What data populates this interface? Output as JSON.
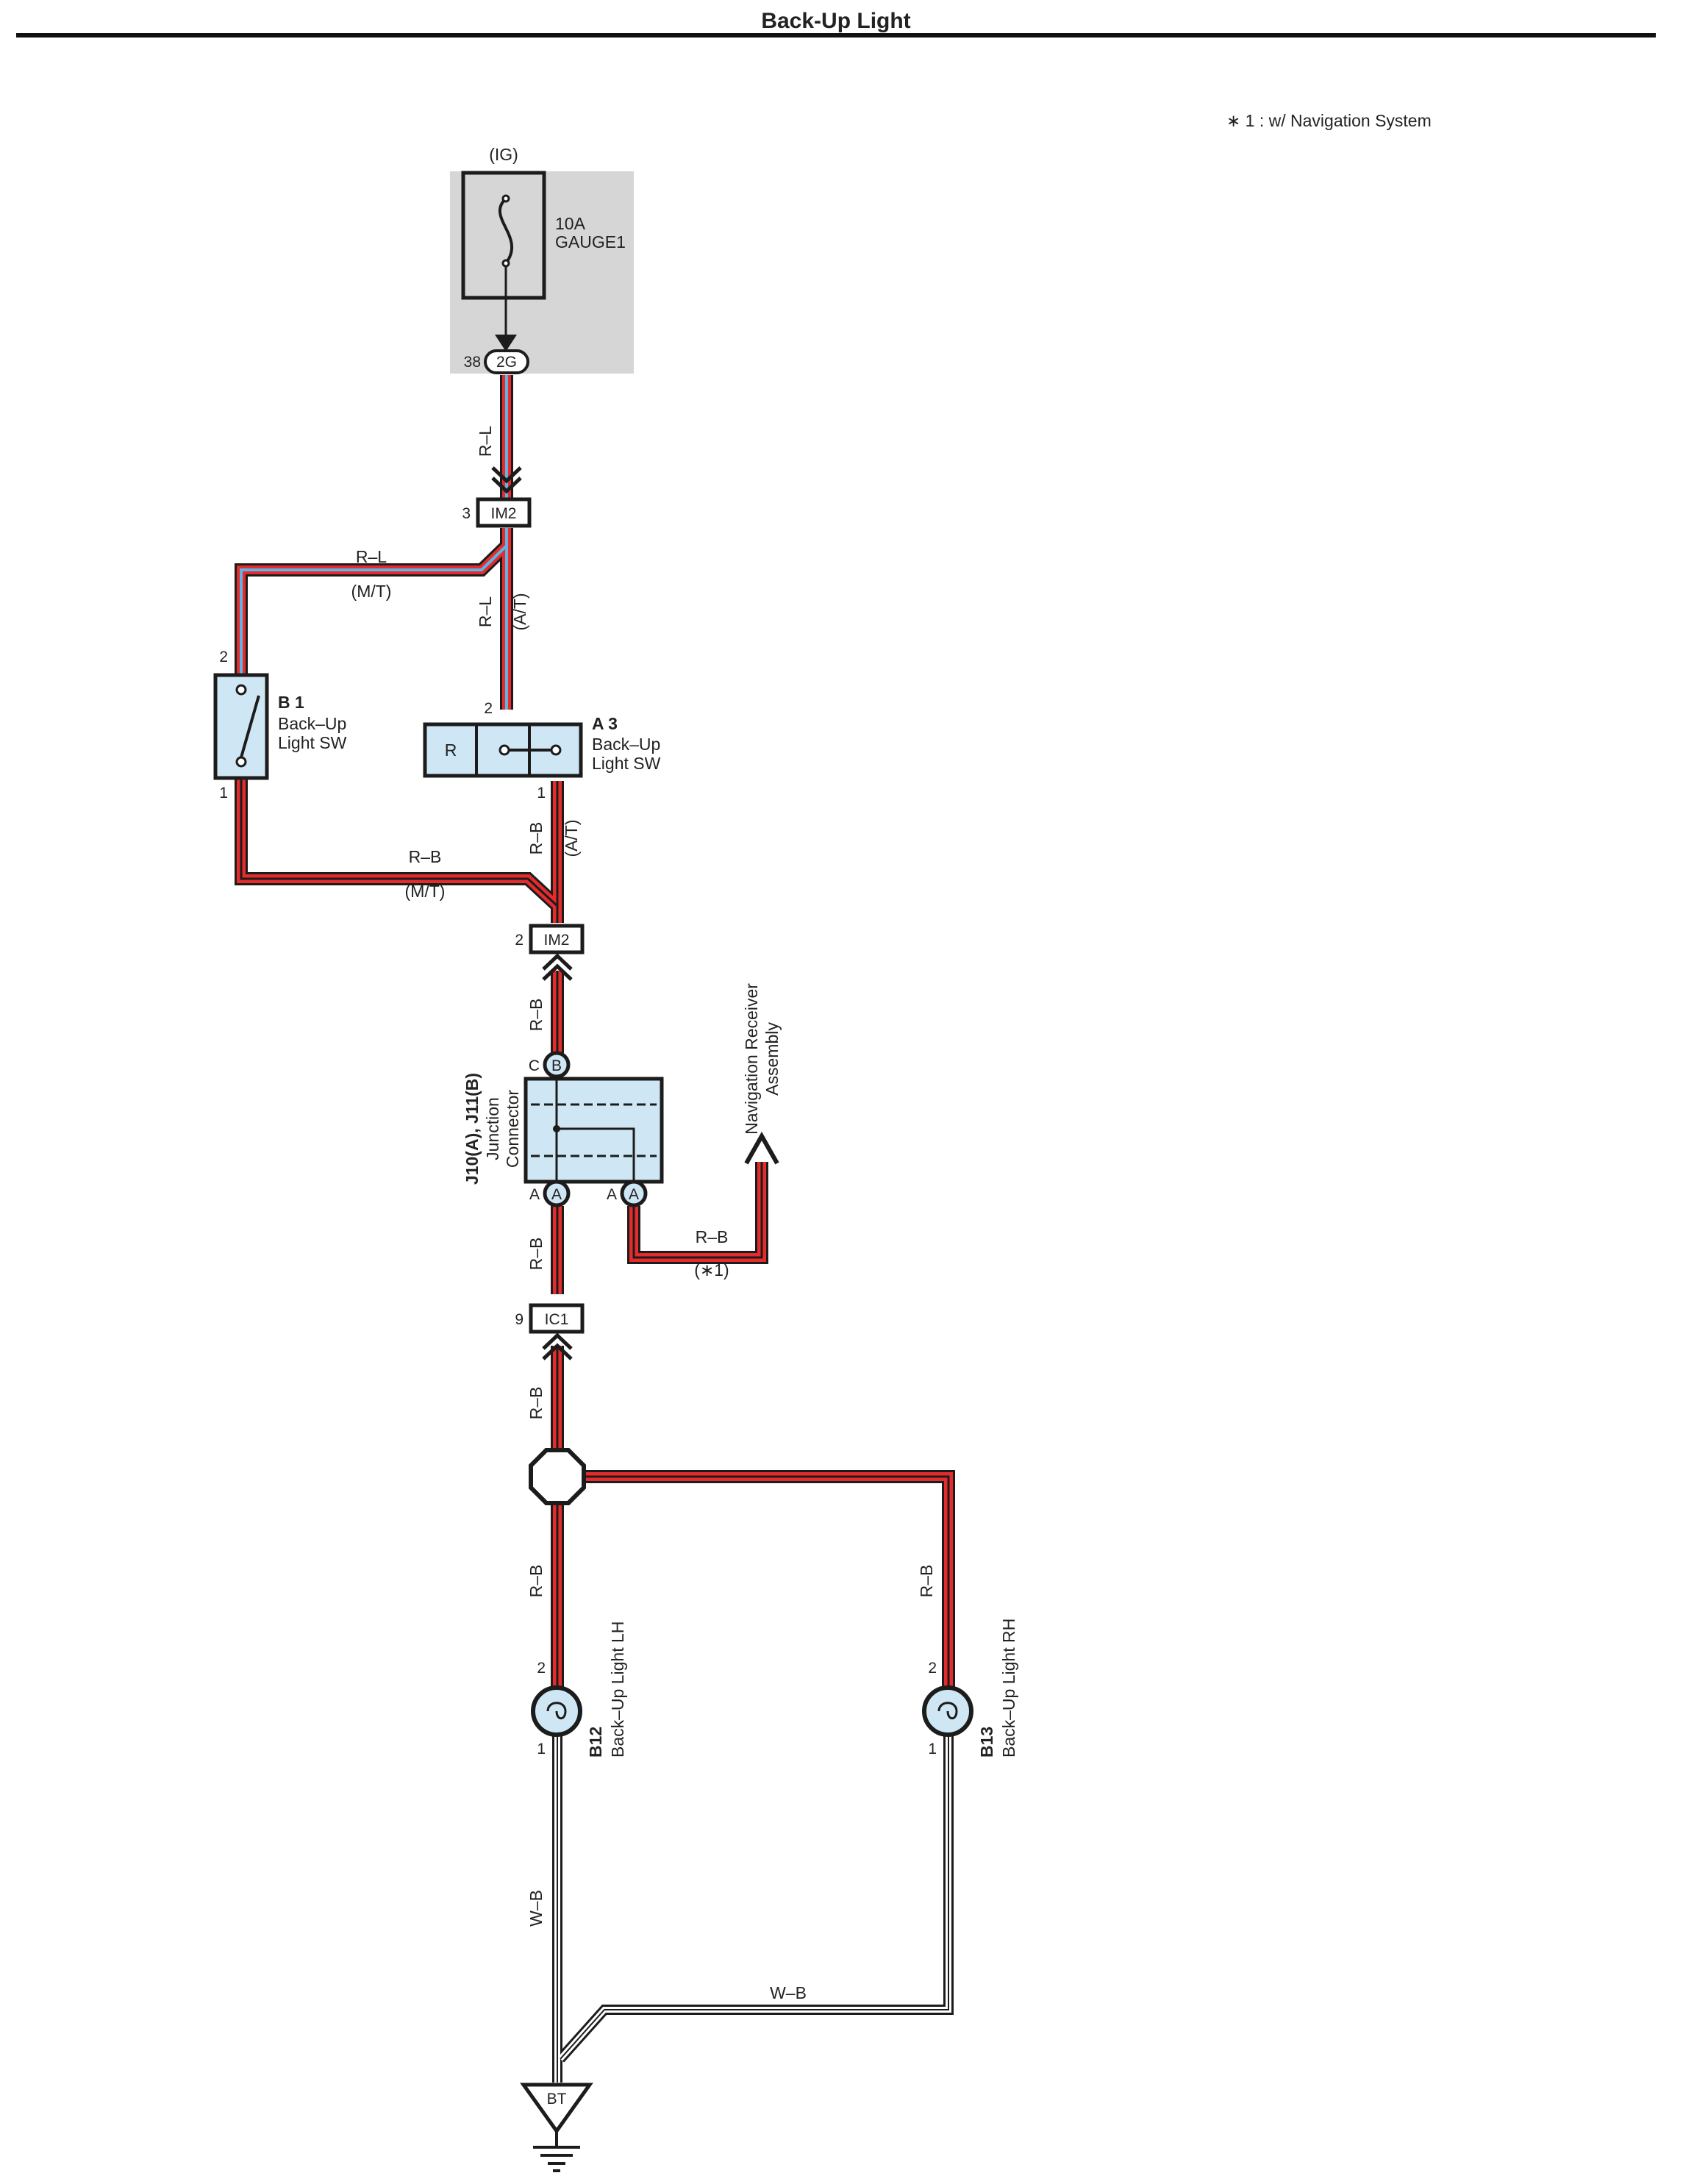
{
  "title": "Back-Up Light",
  "note": "∗ 1 : w/ Navigation System",
  "colors": {
    "red": "#e52b2b",
    "blue": "#5fb3e6",
    "white": "#ffffff",
    "outline": "#1c1c1c",
    "component_fill": "#cfe7f5",
    "fuse_box": "#d6d6d6"
  },
  "power": {
    "source": "(IG)",
    "fuse_rating": "10A",
    "fuse_name": "GAUGE1",
    "connector_pin": "38",
    "connector": "2G"
  },
  "connectors": {
    "im2_top": {
      "pin": "3",
      "label": "IM2"
    },
    "im2_bottom": {
      "pin": "2",
      "label": "IM2"
    },
    "ic1": {
      "pin": "9",
      "label": "IC1"
    }
  },
  "wires": {
    "rl": "R–L",
    "rb": "R–B",
    "wb": "W–B",
    "mt": "(M/T)",
    "at": "(A/T)",
    "nav_note": "(∗1)"
  },
  "switch_b1": {
    "code": "B 1",
    "line1": "Back–Up",
    "line2": "Light SW",
    "pin_top": "2",
    "pin_bottom": "1"
  },
  "switch_a3": {
    "code": "A 3",
    "line1": "Back–Up",
    "line2": "Light SW",
    "pin_top": "2",
    "pin_bottom": "1",
    "r_label": "R"
  },
  "junction": {
    "code": "J10(A), J11(B)",
    "line1": "Junction",
    "line2": "Connector",
    "pin_c": "C",
    "b_label": "B",
    "pin_a": "A",
    "a_label": "A"
  },
  "navigation": {
    "line1": "Navigation Receiver",
    "line2": "Assembly"
  },
  "lamp_lh": {
    "code": "B12",
    "name": "Back–Up Light LH",
    "pin_top": "2",
    "pin_bottom": "1"
  },
  "lamp_rh": {
    "code": "B13",
    "name": "Back–Up Light RH",
    "pin_top": "2",
    "pin_bottom": "1"
  },
  "ground": {
    "label": "BT"
  }
}
